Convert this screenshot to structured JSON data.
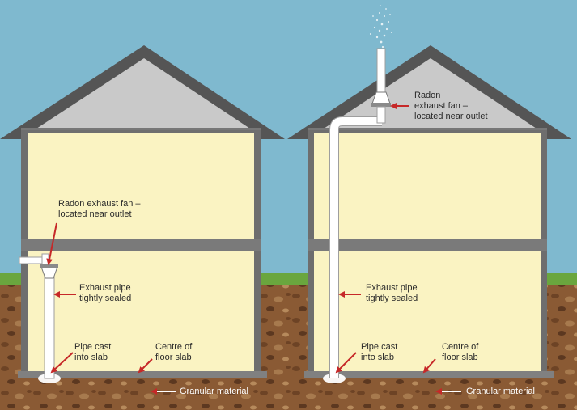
{
  "colors": {
    "sky": "#7fb9cf",
    "grass": "#6aa63e",
    "soil": "#8a5a34",
    "roof": "#555555",
    "attic": "#c9c9c9",
    "wall": "#faf3c2",
    "slab": "#808080",
    "pipe": "#ffffff",
    "arrow": "#c62828"
  },
  "labels": {
    "left_house": {
      "fan": [
        "Radon exhaust fan –",
        "located near outlet"
      ],
      "pipe": [
        "Exhaust pipe",
        "tightly sealed"
      ],
      "pipe_cast": [
        "Pipe cast",
        "into slab"
      ],
      "centre": [
        "Centre of",
        "floor slab"
      ],
      "granular": "Granular material"
    },
    "right_house": {
      "fan": [
        "Radon",
        "exhaust fan –",
        "located near outlet"
      ],
      "pipe": [
        "Exhaust pipe",
        "tightly sealed"
      ],
      "pipe_cast": [
        "Pipe cast",
        "into slab"
      ],
      "centre": [
        "Centre of",
        "floor slab"
      ],
      "granular": "Granular material"
    }
  }
}
